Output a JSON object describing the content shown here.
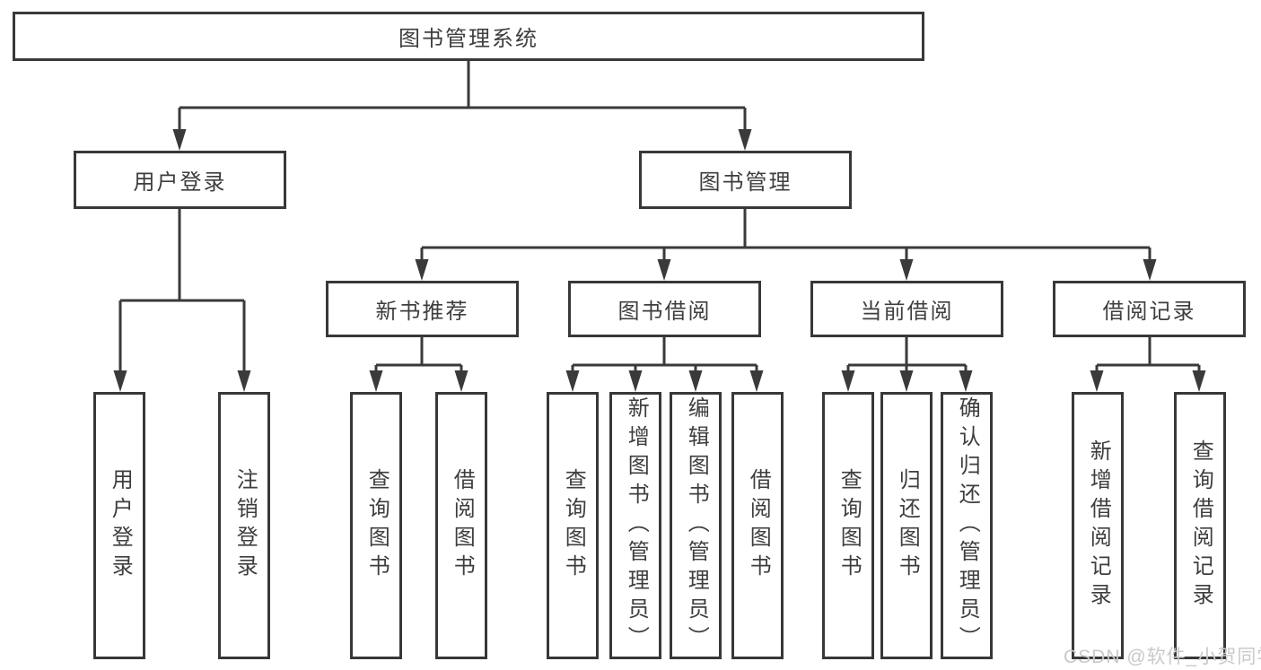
{
  "diagram": {
    "root": "图书管理系统",
    "level2": [
      "用户登录",
      "图书管理"
    ],
    "level3": [
      "新书推荐",
      "图书借阅",
      "当前借阅",
      "借阅记录"
    ],
    "leaves": {
      "user": [
        "用户登录",
        "注销登录"
      ],
      "recommend": [
        "查询图书",
        "借阅图书"
      ],
      "borrow": [
        "查询图书",
        "新增图书（管理员）",
        "编辑图书（管理员）",
        "借阅图书"
      ],
      "current": [
        "查询图书",
        "归还图书",
        "确认归还（管理员）"
      ],
      "records": [
        "新增借阅记录",
        "查询借阅记录"
      ]
    },
    "watermark": "CSDN @软件_小贺同学",
    "colors": {
      "line": "#3a3a3a",
      "box_border": "#383838",
      "text": "#3e3e3e",
      "watermark": "#c9c9c9",
      "background": "#ffffff"
    }
  }
}
